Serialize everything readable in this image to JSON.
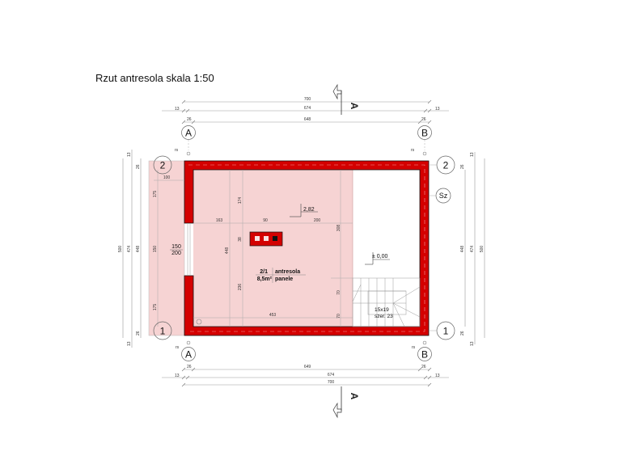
{
  "title": "Rzut antresola skala 1:50",
  "section_marker": "A",
  "grid_axes": {
    "a": "A",
    "b": "B",
    "one": "1",
    "two": "2",
    "sz": "Sz"
  },
  "rs_label": "rs",
  "top_dims": {
    "overall": "700",
    "mid": "674",
    "inner": "648",
    "edge_left": "13",
    "edge_right": "13",
    "wall_left": "26",
    "wall_right": "26"
  },
  "bottom_dims": {
    "inner": "649",
    "mid": "674",
    "overall": "700",
    "edge_left": "13",
    "edge_right": "13",
    "wall_left": "26",
    "wall_right": "26"
  },
  "left_dims": {
    "overall": "500",
    "mid": "474",
    "inner": "448",
    "top_edge": "13",
    "top_wall": "26",
    "bottom_wall": "26",
    "bottom_edge": "13"
  },
  "right_dims": {
    "overall": "500",
    "mid": "474",
    "inner": "448",
    "top_edge": "13",
    "top_wall": "26",
    "bottom_wall": "26",
    "bottom_edge": "13"
  },
  "terrace_dims": {
    "width": "100",
    "top": "175",
    "middle": "150",
    "bottom": "175"
  },
  "window": {
    "width": "150",
    "height": "200"
  },
  "interior_dims": {
    "d174": "174",
    "d163": "163",
    "d90": "90",
    "d200": "200",
    "d308": "308",
    "d38": "38",
    "d448": "448",
    "d236": "236",
    "d453": "453",
    "d70a": "70",
    "d70b": "70"
  },
  "levels": {
    "upper": "2,82",
    "lower": "± 0,00"
  },
  "room": {
    "number": "2/1",
    "name": "antresola",
    "area": "8,5m²",
    "floor": "panele"
  },
  "stairs": {
    "steps": "15x19",
    "width": "szer. 23"
  },
  "colors": {
    "wall": "#d40000",
    "floor": "#f6d3d3",
    "terrace": "#f6d3d3"
  }
}
